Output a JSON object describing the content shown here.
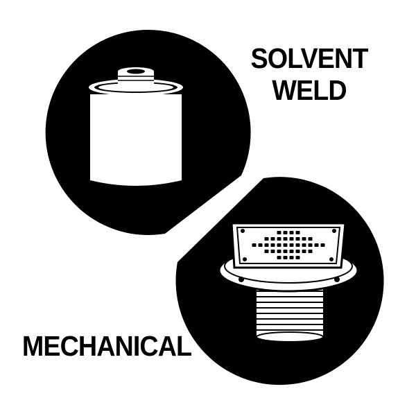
{
  "solvent_weld": {
    "line1": "SOLVENT",
    "line2": "WELD",
    "icon": "solvent-cement-can-icon"
  },
  "mechanical": {
    "label": "MECHANICAL",
    "icon": "shower-drain-icon"
  },
  "colors": {
    "background": "#ffffff",
    "foreground": "#000000"
  }
}
